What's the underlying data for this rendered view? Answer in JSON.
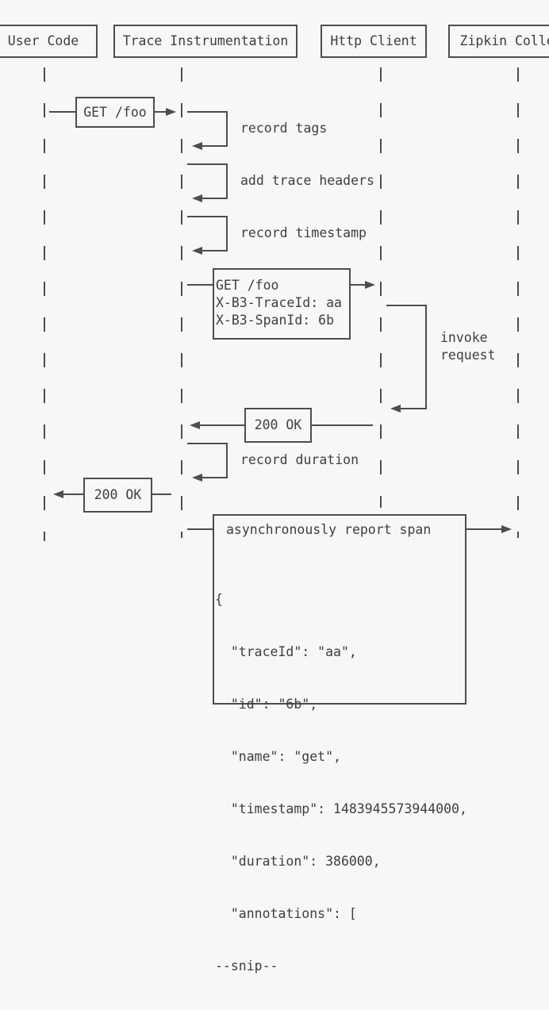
{
  "colors": {
    "background": "#f7f7f8",
    "line": "#4d4d4d",
    "text": "#3e3e3e"
  },
  "participants": [
    "User Code",
    "Trace Instrumentation",
    "Http Client",
    "Zipkin Collector"
  ],
  "messages": {
    "get_foo": "GET /foo",
    "traced_request": [
      "GET /foo",
      "X-B3-TraceId: aa",
      "X-B3-SpanId: 6b"
    ],
    "ok_to_instrumentation": "200 OK",
    "ok_to_user": "200 OK",
    "report_span": "asynchronously report span"
  },
  "self_calls": {
    "record_tags": "record tags",
    "add_trace_headers": "add trace headers",
    "record_timestamp": "record timestamp",
    "invoke_request": [
      "invoke",
      "request"
    ],
    "record_duration": "record duration"
  },
  "span_json": [
    "{",
    "  \"traceId\": \"aa\",",
    "  \"id\": \"6b\",",
    "  \"name\": \"get\",",
    "  \"timestamp\": 1483945573944000,",
    "  \"duration\": 386000,",
    "  \"annotations\": [",
    "--snip--"
  ]
}
